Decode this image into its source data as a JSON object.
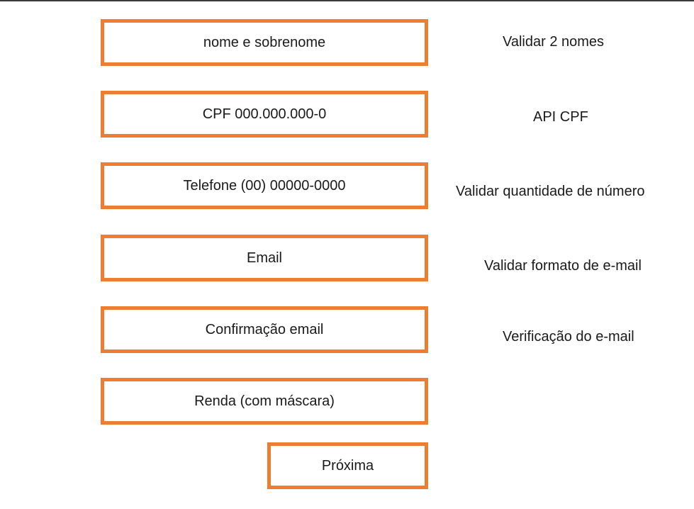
{
  "form": {
    "fields": [
      {
        "label": "nome e sobrenome",
        "note": "Validar 2 nomes"
      },
      {
        "label": "CPF 000.000.000-0",
        "note": "API CPF"
      },
      {
        "label": "Telefone (00) 00000-0000",
        "note": "Validar quantidade de número"
      },
      {
        "label": "Email",
        "note": "Validar formato de e-mail"
      },
      {
        "label": "Confirmação email",
        "note": "Verificação do e-mail"
      },
      {
        "label": "Renda (com máscara)",
        "note": ""
      }
    ],
    "next_label": "Próxima"
  },
  "colors": {
    "border": "#ED7D31",
    "text": "#1a1a1a",
    "background": "#ffffff"
  }
}
